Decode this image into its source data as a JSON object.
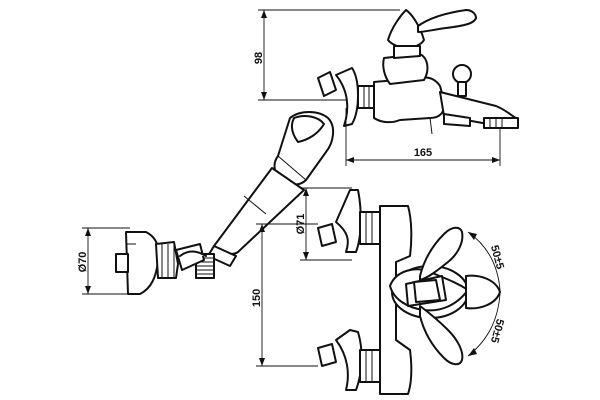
{
  "dimensions": {
    "height_top": "98",
    "width_top": "165",
    "diameter_left": "Ø70",
    "diameter_mid": "Ø71",
    "height_bottom": "150",
    "eccentric_upper": "50±5",
    "eccentric_lower": "50±5"
  },
  "colors": {
    "line": "#111111",
    "background": "#ffffff"
  }
}
